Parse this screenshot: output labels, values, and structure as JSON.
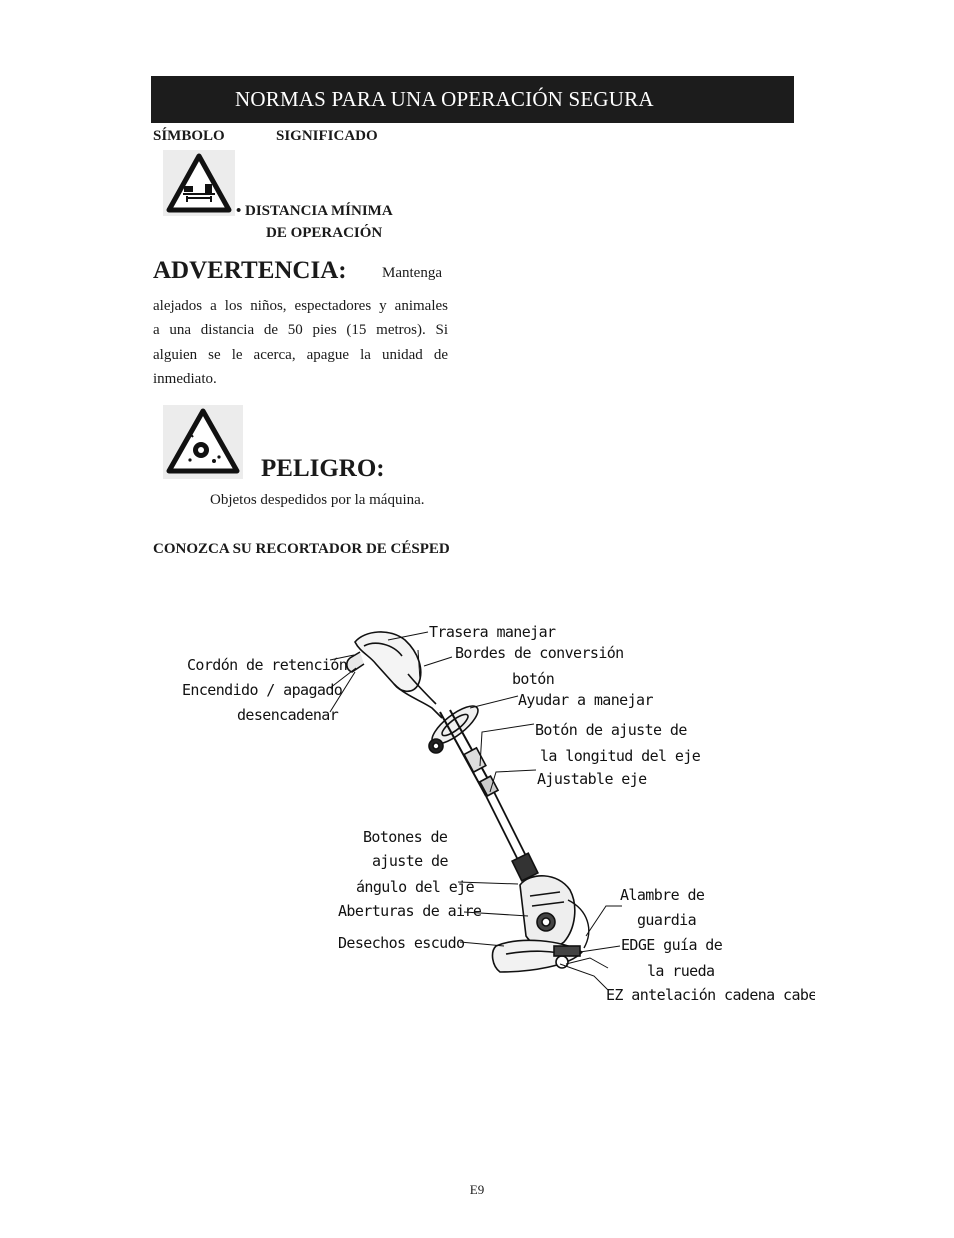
{
  "header": {
    "title": "NORMAS PARA UNA OPERACIÓN SEGURA"
  },
  "columns": {
    "symbol": "SÍMBOLO",
    "meaning": "SIGNIFICADO"
  },
  "symbol1": {
    "icon": "minimum-distance-warning-icon",
    "meaning_line1": "• DISTANCIA MÍNIMA",
    "meaning_line2": "DE OPERACIÓN"
  },
  "warning": {
    "title": "ADVERTENCIA:",
    "first_word": "Mantenga",
    "lines": [
      "alejados a los niños, espectadores y animales",
      "a una distancia de 50 pies (15 metros). Si",
      "alguien se le acerca, apague la unidad de"
    ],
    "last_line": "inmediato."
  },
  "danger": {
    "icon": "thrown-objects-warning-icon",
    "title": "PELIGRO:",
    "text": "Objetos despedidos por la máquina."
  },
  "section": {
    "title": "CONOZCA SU RECORTADOR DE CÉSPED"
  },
  "diagram": {
    "labels": {
      "rear_handle": "Trasera manejar",
      "edge_conversion_1": "Bordes de conversión",
      "edge_conversion_2": "botón",
      "cord_retainer": "Cordón de retención",
      "on_off_1": "Encendido / apagado",
      "on_off_2": "desencadenar",
      "assist_handle": "Ayudar a manejar",
      "shaft_length_1": "Botón de ajuste de",
      "shaft_length_2": "la longitud del eje",
      "adjustable_shaft": "Ajustable eje",
      "angle_buttons_1": "Botones de",
      "angle_buttons_2": "ajuste de",
      "angle_buttons_3": "ángulo del eje",
      "air_vents": "Aberturas de aire",
      "debris_shield": "Desechos escudo",
      "guard_wire_1": "Alambre de",
      "guard_wire_2": "guardia",
      "edge_wheel_1": "EDGE guía de",
      "edge_wheel_2": "la rueda",
      "ez_head": "EZ antelación cadena cabeza"
    }
  },
  "footer": {
    "page_number": "E9"
  }
}
